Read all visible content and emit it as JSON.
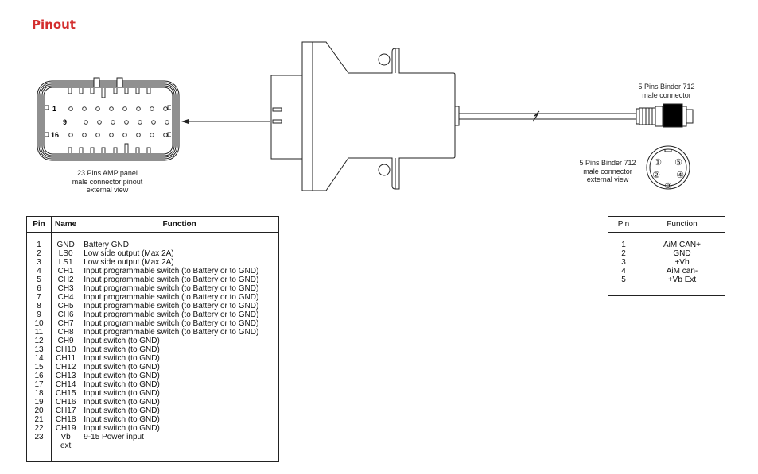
{
  "title": "Pinout",
  "amp_connector": {
    "caption": [
      "23 Pins AMP panel",
      "male connector pinout",
      "external view"
    ],
    "row_labels": [
      "1",
      "9",
      "16"
    ]
  },
  "binder_connector": {
    "side_caption": [
      "5 Pins Binder 712",
      "male connector"
    ],
    "face_caption": [
      "5 Pins Binder 712",
      "male connector",
      "external view"
    ],
    "pin_numbers": [
      "①",
      "②",
      "③",
      "④",
      "⑤"
    ]
  },
  "main_table": {
    "headers": {
      "pin": "Pin",
      "name": "Name",
      "function": "Function"
    },
    "rows": [
      {
        "pin": "1",
        "name": "GND",
        "function": "Battery GND"
      },
      {
        "pin": "2",
        "name": "LS0",
        "function": "Low side output (Max 2A)"
      },
      {
        "pin": "3",
        "name": "LS1",
        "function": "Low side output (Max 2A)"
      },
      {
        "pin": "4",
        "name": "CH1",
        "function": "Input programmable switch (to Battery or to GND)"
      },
      {
        "pin": "5",
        "name": "CH2",
        "function": "Input programmable switch (to Battery or to GND)"
      },
      {
        "pin": "6",
        "name": "CH3",
        "function": "Input programmable switch (to Battery or to GND)"
      },
      {
        "pin": "7",
        "name": "CH4",
        "function": "Input programmable switch (to Battery or to GND)"
      },
      {
        "pin": "8",
        "name": "CH5",
        "function": "Input programmable switch (to Battery or to GND)"
      },
      {
        "pin": "9",
        "name": "CH6",
        "function": "Input programmable switch (to Battery or to GND)"
      },
      {
        "pin": "10",
        "name": "CH7",
        "function": "Input programmable switch (to Battery or to GND)"
      },
      {
        "pin": "11",
        "name": "CH8",
        "function": "Input programmable switch (to Battery or to GND)"
      },
      {
        "pin": "12",
        "name": "CH9",
        "function": "Input switch (to GND)"
      },
      {
        "pin": "13",
        "name": "CH10",
        "function": "Input switch (to GND)"
      },
      {
        "pin": "14",
        "name": "CH11",
        "function": "Input switch (to GND)"
      },
      {
        "pin": "15",
        "name": "CH12",
        "function": "Input switch (to GND)"
      },
      {
        "pin": "16",
        "name": "CH13",
        "function": "Input switch (to GND)"
      },
      {
        "pin": "17",
        "name": "CH14",
        "function": "Input switch (to GND)"
      },
      {
        "pin": "18",
        "name": "CH15",
        "function": "Input switch (to GND)"
      },
      {
        "pin": "19",
        "name": "CH16",
        "function": "Input switch (to GND)"
      },
      {
        "pin": "20",
        "name": "CH17",
        "function": "Input switch (to GND)"
      },
      {
        "pin": "21",
        "name": "CH18",
        "function": "Input switch (to GND)"
      },
      {
        "pin": "22",
        "name": "CH19",
        "function": "Input switch (to GND)"
      },
      {
        "pin": "23",
        "name": "Vb ext",
        "function": "9-15 Power input"
      }
    ]
  },
  "binder_table": {
    "headers": {
      "pin": "Pin",
      "function": "Function"
    },
    "rows": [
      {
        "pin": "1",
        "function": "AiM CAN+"
      },
      {
        "pin": "2",
        "function": "GND"
      },
      {
        "pin": "3",
        "function": "+Vb"
      },
      {
        "pin": "4",
        "function": "AiM can-"
      },
      {
        "pin": "5",
        "function": "+Vb Ext"
      }
    ]
  }
}
